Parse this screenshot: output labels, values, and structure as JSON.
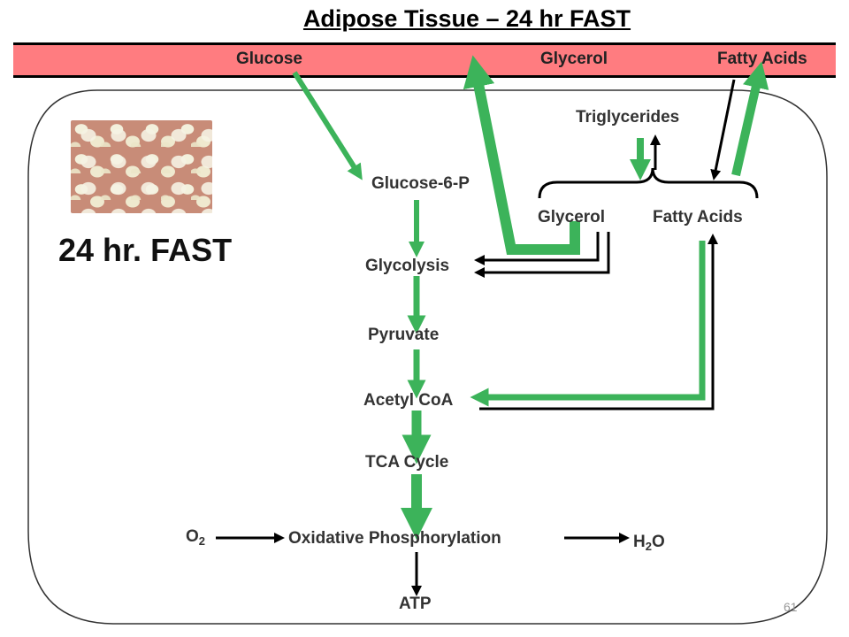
{
  "title": "Adipose Tissue – 24 hr FAST",
  "band": {
    "glucose": "Glucose",
    "glycerol": "Glycerol",
    "fatty_acids": "Fatty Acids"
  },
  "cell": {
    "triglycerides": "Triglycerides",
    "glucose6p": "Glucose-6-P",
    "glycerol": "Glycerol",
    "fatty_acids": "Fatty Acids",
    "glycolysis": "Glycolysis",
    "pyruvate": "Pyruvate",
    "acetyl_coa": "Acetyl CoA",
    "tca": "TCA Cycle",
    "oxphos": "Oxidative Phosphorylation",
    "o2_main": "O",
    "o2_sub": "2",
    "h2o_h": "H",
    "h2o_sub": "2",
    "h2o_o": "O",
    "atp": "ATP"
  },
  "state_label": "24 hr. FAST",
  "page_number": "61",
  "colors": {
    "band": "#ff7c80",
    "arrow_green": "#3cb35a",
    "arrow_green_dark": "#1f8a3c",
    "arrow_black": "#000000"
  },
  "icons": {
    "tissue_image": "adipose-tissue-micrograph"
  }
}
